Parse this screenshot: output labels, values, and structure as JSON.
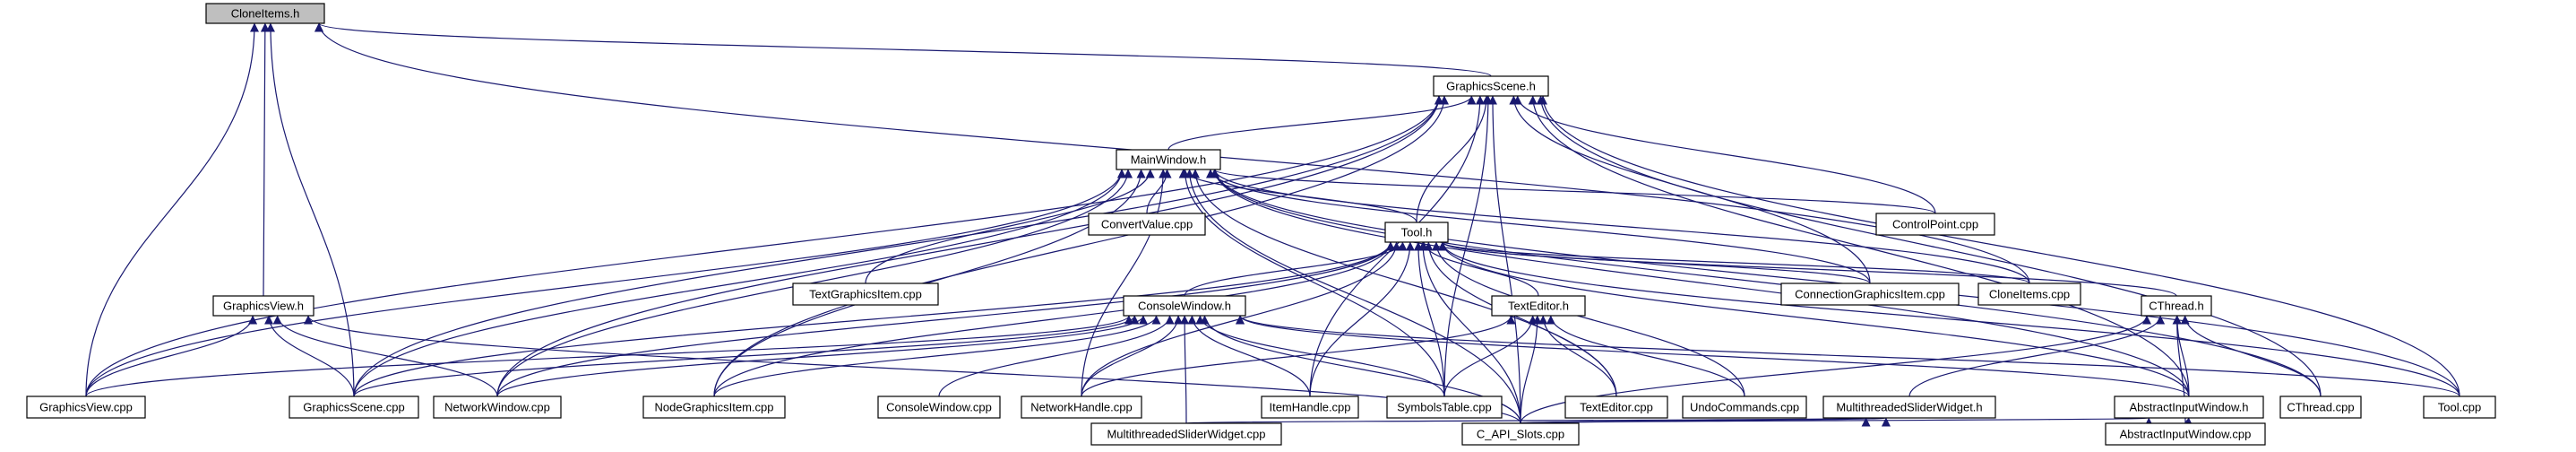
{
  "graph": {
    "nodes": [
      {
        "id": "cloneitems_h",
        "label": "CloneItems.h",
        "root": true
      },
      {
        "id": "graphicsscene_h",
        "label": "GraphicsScene.h"
      },
      {
        "id": "mainwindow_h",
        "label": "MainWindow.h"
      },
      {
        "id": "tool_h",
        "label": "Tool.h"
      },
      {
        "id": "graphicsview_h",
        "label": "GraphicsView.h"
      },
      {
        "id": "consolewindow_h",
        "label": "ConsoleWindow.h"
      },
      {
        "id": "texteditor_h",
        "label": "TextEditor.h"
      },
      {
        "id": "cthread_h",
        "label": "CThread.h"
      },
      {
        "id": "convertvalue_cpp",
        "label": "ConvertValue.cpp"
      },
      {
        "id": "controlpoint_cpp",
        "label": "ControlPoint.cpp"
      },
      {
        "id": "textgraphicsitem_cpp",
        "label": "TextGraphicsItem.cpp"
      },
      {
        "id": "connectiongraphicsitem_cpp",
        "label": "ConnectionGraphicsItem.cpp"
      },
      {
        "id": "cloneitems_cpp",
        "label": "CloneItems.cpp"
      },
      {
        "id": "graphicsview_cpp",
        "label": "GraphicsView.cpp"
      },
      {
        "id": "graphicsscene_cpp",
        "label": "GraphicsScene.cpp"
      },
      {
        "id": "networkwindow_cpp",
        "label": "NetworkWindow.cpp"
      },
      {
        "id": "nodegraphicsitem_cpp",
        "label": "NodeGraphicsItem.cpp"
      },
      {
        "id": "consolewindow_cpp",
        "label": "ConsoleWindow.cpp"
      },
      {
        "id": "networkhandle_cpp",
        "label": "NetworkHandle.cpp"
      },
      {
        "id": "itemhandle_cpp",
        "label": "ItemHandle.cpp"
      },
      {
        "id": "symbolstable_cpp",
        "label": "SymbolsTable.cpp"
      },
      {
        "id": "texteditor_cpp",
        "label": "TextEditor.cpp"
      },
      {
        "id": "undocommands_cpp",
        "label": "UndoCommands.cpp"
      },
      {
        "id": "multithreadedsliderwidget_h",
        "label": "MultithreadedSliderWidget.h"
      },
      {
        "id": "abstractinputwindow_h",
        "label": "AbstractInputWindow.h"
      },
      {
        "id": "cthread_cpp",
        "label": "CThread.cpp"
      },
      {
        "id": "tool_cpp",
        "label": "Tool.cpp"
      },
      {
        "id": "multithreadedsliderwidget_cpp",
        "label": "MultithreadedSliderWidget.cpp"
      },
      {
        "id": "c_api_slots_cpp",
        "label": "C_API_Slots.cpp"
      },
      {
        "id": "abstractinputwindow_cpp",
        "label": "AbstractInputWindow.cpp"
      }
    ],
    "edge_color": "#191970",
    "edges": [
      [
        "graphicsscene_h",
        "cloneitems_h"
      ],
      [
        "graphicsview_h",
        "cloneitems_h"
      ],
      [
        "graphicsview_cpp",
        "cloneitems_h"
      ],
      [
        "graphicsscene_cpp",
        "cloneitems_h"
      ],
      [
        "cloneitems_cpp",
        "cloneitems_h"
      ],
      [
        "mainwindow_h",
        "graphicsscene_h"
      ],
      [
        "tool_h",
        "graphicsscene_h"
      ],
      [
        "controlpoint_cpp",
        "graphicsscene_h"
      ],
      [
        "graphicsview_cpp",
        "graphicsscene_h"
      ],
      [
        "graphicsscene_cpp",
        "graphicsscene_h"
      ],
      [
        "networkwindow_cpp",
        "graphicsscene_h"
      ],
      [
        "nodegraphicsitem_cpp",
        "graphicsscene_h"
      ],
      [
        "itemhandle_cpp",
        "graphicsscene_h"
      ],
      [
        "symbolstable_cpp",
        "graphicsscene_h"
      ],
      [
        "connectiongraphicsitem_cpp",
        "graphicsscene_h"
      ],
      [
        "abstractinputwindow_h",
        "graphicsscene_h"
      ],
      [
        "cthread_cpp",
        "graphicsscene_h"
      ],
      [
        "tool_cpp",
        "graphicsscene_h"
      ],
      [
        "c_api_slots_cpp",
        "graphicsscene_h"
      ],
      [
        "convertvalue_cpp",
        "mainwindow_h"
      ],
      [
        "tool_h",
        "mainwindow_h"
      ],
      [
        "textgraphicsitem_cpp",
        "mainwindow_h"
      ],
      [
        "controlpoint_cpp",
        "mainwindow_h"
      ],
      [
        "cloneitems_cpp",
        "mainwindow_h"
      ],
      [
        "graphicsview_cpp",
        "mainwindow_h"
      ],
      [
        "graphicsscene_cpp",
        "mainwindow_h"
      ],
      [
        "networkwindow_cpp",
        "mainwindow_h"
      ],
      [
        "nodegraphicsitem_cpp",
        "mainwindow_h"
      ],
      [
        "networkhandle_cpp",
        "mainwindow_h"
      ],
      [
        "symbolstable_cpp",
        "mainwindow_h"
      ],
      [
        "texteditor_cpp",
        "mainwindow_h"
      ],
      [
        "connectiongraphicsitem_cpp",
        "mainwindow_h"
      ],
      [
        "abstractinputwindow_h",
        "mainwindow_h"
      ],
      [
        "cthread_cpp",
        "mainwindow_h"
      ],
      [
        "tool_cpp",
        "mainwindow_h"
      ],
      [
        "c_api_slots_cpp",
        "mainwindow_h"
      ],
      [
        "consolewindow_h",
        "tool_h"
      ],
      [
        "texteditor_h",
        "tool_h"
      ],
      [
        "cthread_h",
        "tool_h"
      ],
      [
        "connectiongraphicsitem_cpp",
        "tool_h"
      ],
      [
        "cloneitems_cpp",
        "tool_h"
      ],
      [
        "tool_cpp",
        "tool_h"
      ],
      [
        "itemhandle_cpp",
        "tool_h"
      ],
      [
        "symbolstable_cpp",
        "tool_h"
      ],
      [
        "texteditor_cpp",
        "tool_h"
      ],
      [
        "undocommands_cpp",
        "tool_h"
      ],
      [
        "networkhandle_cpp",
        "tool_h"
      ],
      [
        "nodegraphicsitem_cpp",
        "tool_h"
      ],
      [
        "networkwindow_cpp",
        "tool_h"
      ],
      [
        "graphicsscene_cpp",
        "tool_h"
      ],
      [
        "abstractinputwindow_h",
        "tool_h"
      ],
      [
        "c_api_slots_cpp",
        "tool_h"
      ],
      [
        "graphicsview_cpp",
        "graphicsview_h"
      ],
      [
        "graphicsscene_cpp",
        "graphicsview_h"
      ],
      [
        "networkwindow_cpp",
        "graphicsview_h"
      ],
      [
        "c_api_slots_cpp",
        "graphicsview_h"
      ],
      [
        "graphicsview_cpp",
        "consolewindow_h"
      ],
      [
        "graphicsscene_cpp",
        "consolewindow_h"
      ],
      [
        "networkwindow_cpp",
        "consolewindow_h"
      ],
      [
        "nodegraphicsitem_cpp",
        "consolewindow_h"
      ],
      [
        "consolewindow_cpp",
        "consolewindow_h"
      ],
      [
        "networkhandle_cpp",
        "consolewindow_h"
      ],
      [
        "itemhandle_cpp",
        "consolewindow_h"
      ],
      [
        "symbolstable_cpp",
        "consolewindow_h"
      ],
      [
        "multithreadedsliderwidget_cpp",
        "consolewindow_h"
      ],
      [
        "c_api_slots_cpp",
        "consolewindow_h"
      ],
      [
        "abstractinputwindow_h",
        "consolewindow_h"
      ],
      [
        "tool_cpp",
        "consolewindow_h"
      ],
      [
        "texteditor_cpp",
        "texteditor_h"
      ],
      [
        "symbolstable_cpp",
        "texteditor_h"
      ],
      [
        "undocommands_cpp",
        "texteditor_h"
      ],
      [
        "c_api_slots_cpp",
        "texteditor_h"
      ],
      [
        "networkhandle_cpp",
        "texteditor_h"
      ],
      [
        "multithreadedsliderwidget_h",
        "cthread_h"
      ],
      [
        "abstractinputwindow_h",
        "cthread_h"
      ],
      [
        "cthread_cpp",
        "cthread_h"
      ],
      [
        "c_api_slots_cpp",
        "cthread_h"
      ],
      [
        "abstractinputwindow_cpp",
        "cthread_h"
      ],
      [
        "multithreadedsliderwidget_cpp",
        "multithreadedsliderwidget_h"
      ],
      [
        "c_api_slots_cpp",
        "multithreadedsliderwidget_h"
      ],
      [
        "abstractinputwindow_cpp",
        "abstractinputwindow_h"
      ],
      [
        "c_api_slots_cpp",
        "abstractinputwindow_h"
      ]
    ]
  }
}
